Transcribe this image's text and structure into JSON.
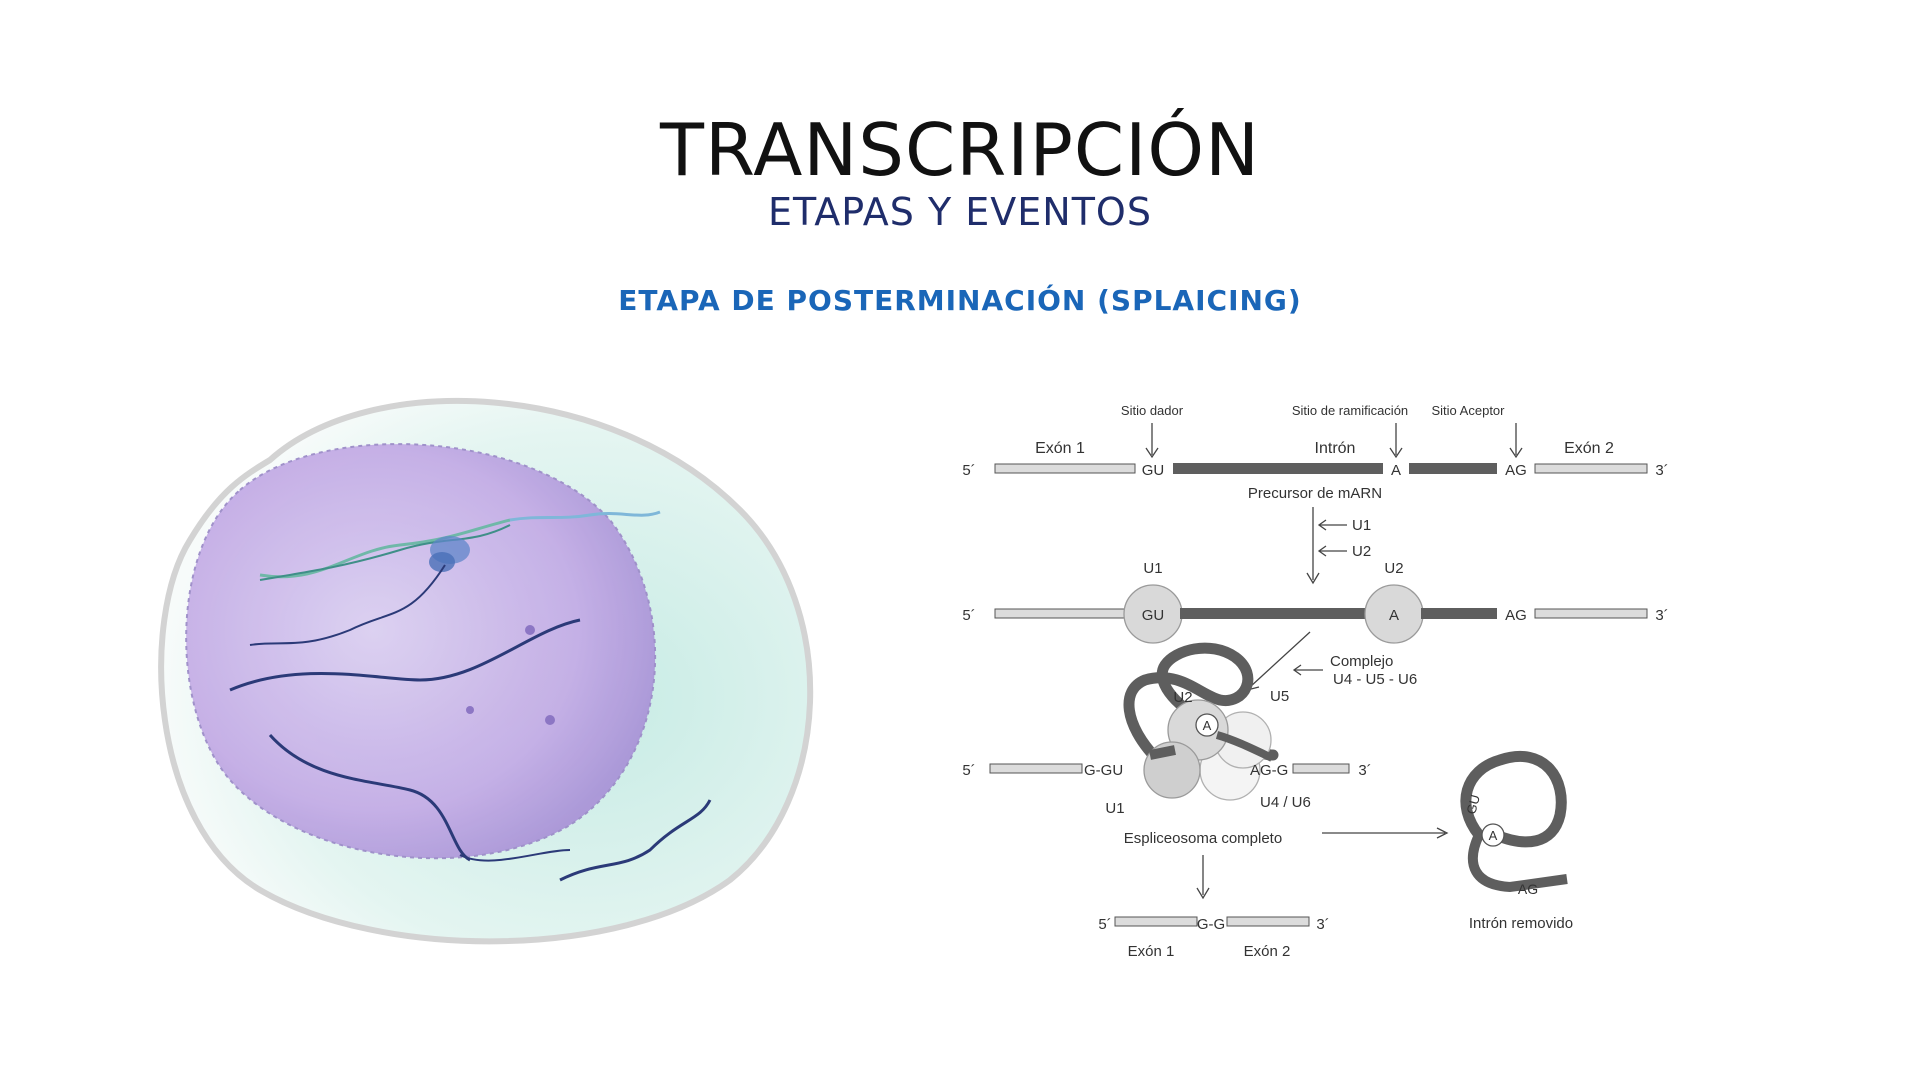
{
  "slide": {
    "title": "TRANSCRIPCIÓN",
    "subtitle": "ETAPAS Y EVENTOS",
    "section": "ETAPA DE POSTERMINACIÓN (SPLAICING)"
  },
  "diagram": {
    "sitio_dador": "Sitio dador",
    "sitio_ramificacion": "Sitio de ramificación",
    "sitio_aceptor": "Sitio Aceptor",
    "exon1": "Exón 1",
    "intron": "Intrón",
    "exon2": "Exón 2",
    "five_prime": "5´",
    "three_prime": "3´",
    "gu": "GU",
    "a": "A",
    "ag": "AG",
    "precursor": "Precursor de mARN",
    "u1": "U1",
    "u2": "U2",
    "u5": "U5",
    "u4u6": "U4 / U6",
    "complejo": "Complejo",
    "complejo_units": "U4 - U5 - U6",
    "g_gu": "G-GU",
    "ag_g": "AG-G",
    "g_g": "G-G",
    "espliceosoma": "Espliceosoma completo",
    "intron_removido": "Intrón removido"
  },
  "colors": {
    "title": "#111111",
    "subtitle": "#1f2d6b",
    "section": "#1a66b8",
    "intron_bar": "#5e5e5e",
    "exon_bar": "#dcdcdc"
  }
}
